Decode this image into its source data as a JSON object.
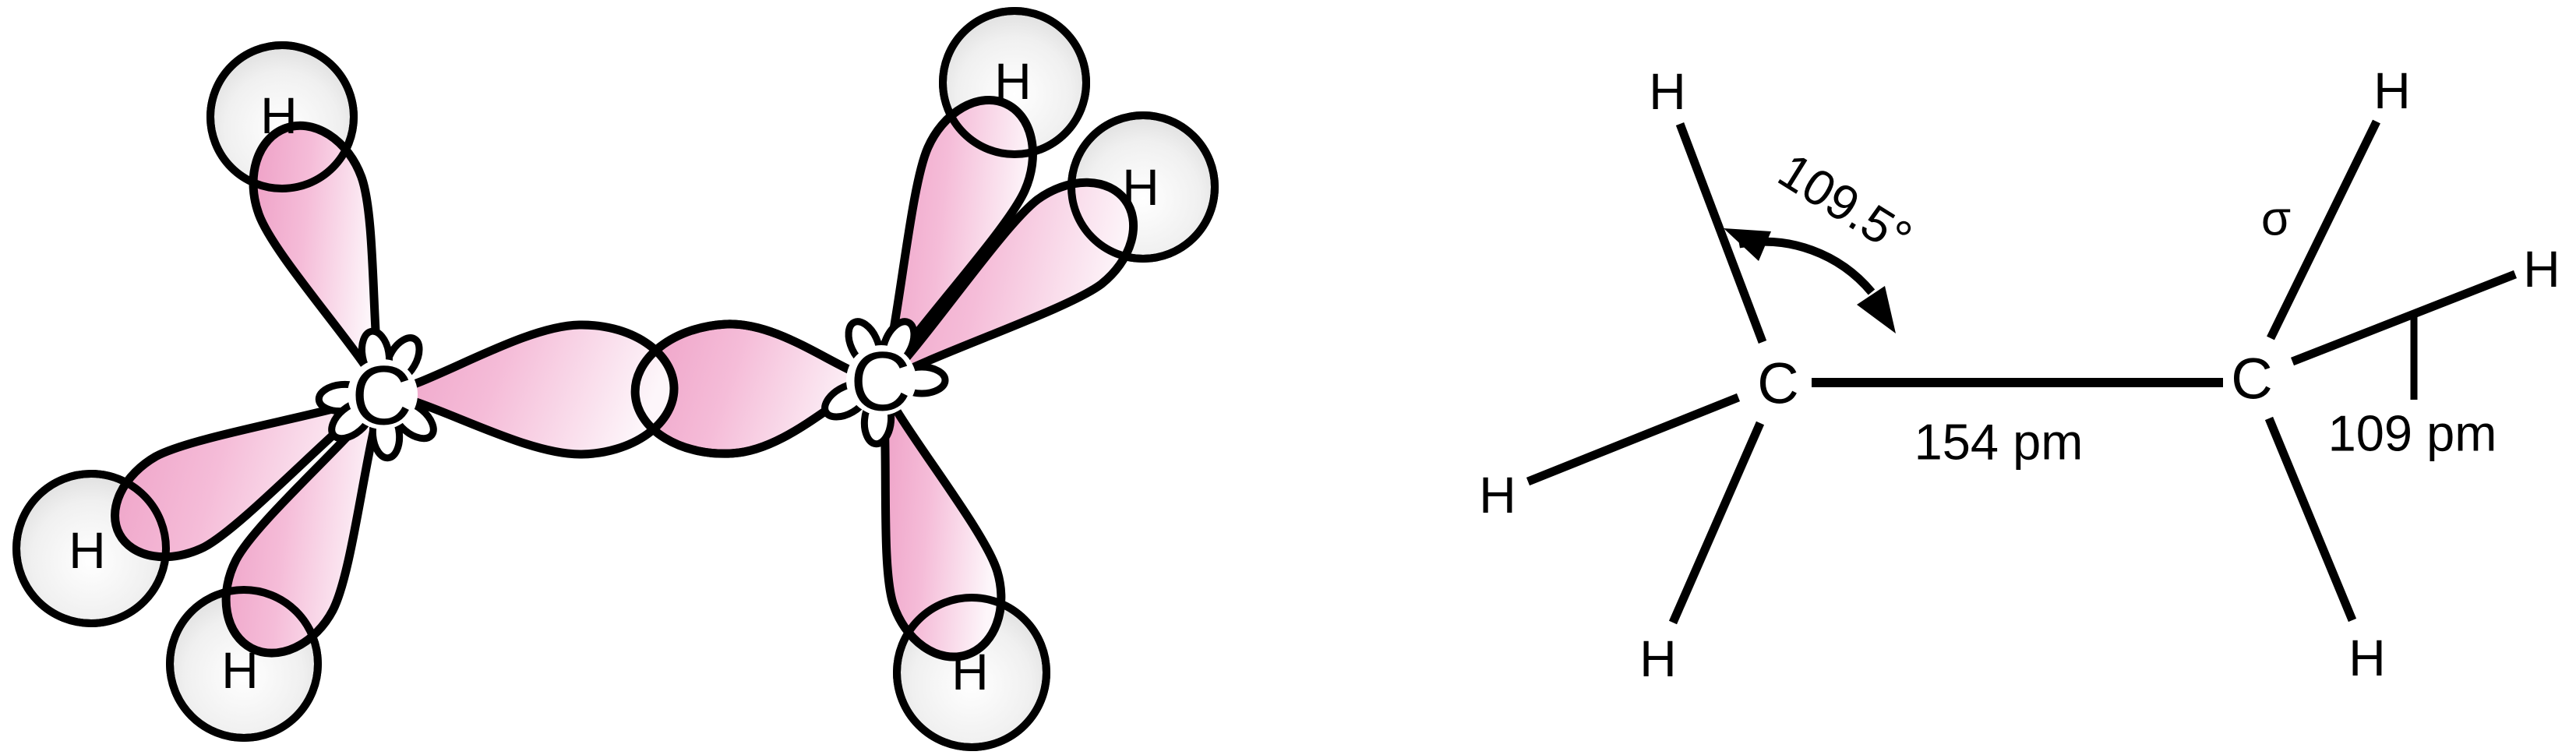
{
  "orbital": {
    "carbons": [
      "C",
      "C"
    ],
    "hydrogens": [
      "H",
      "H",
      "H",
      "H",
      "H",
      "H"
    ]
  },
  "structure": {
    "carbons": [
      "C",
      "C"
    ],
    "hydrogens": [
      "H",
      "H",
      "H",
      "H",
      "H",
      "H"
    ],
    "bond_angle": "109.5°",
    "cc_bond_length": "154 pm",
    "ch_bond_length": "109 pm",
    "sigma_bond_label": "σ"
  },
  "colors": {
    "background": "#FFFFFF",
    "outline": "#000000",
    "orbital_pink_dark": "#EEA0C6",
    "orbital_pink_mid": "#F5BCD8",
    "orbital_pink_light": "#FDF6FA",
    "hydrogen_sphere_rim": "#D3D3D3"
  }
}
